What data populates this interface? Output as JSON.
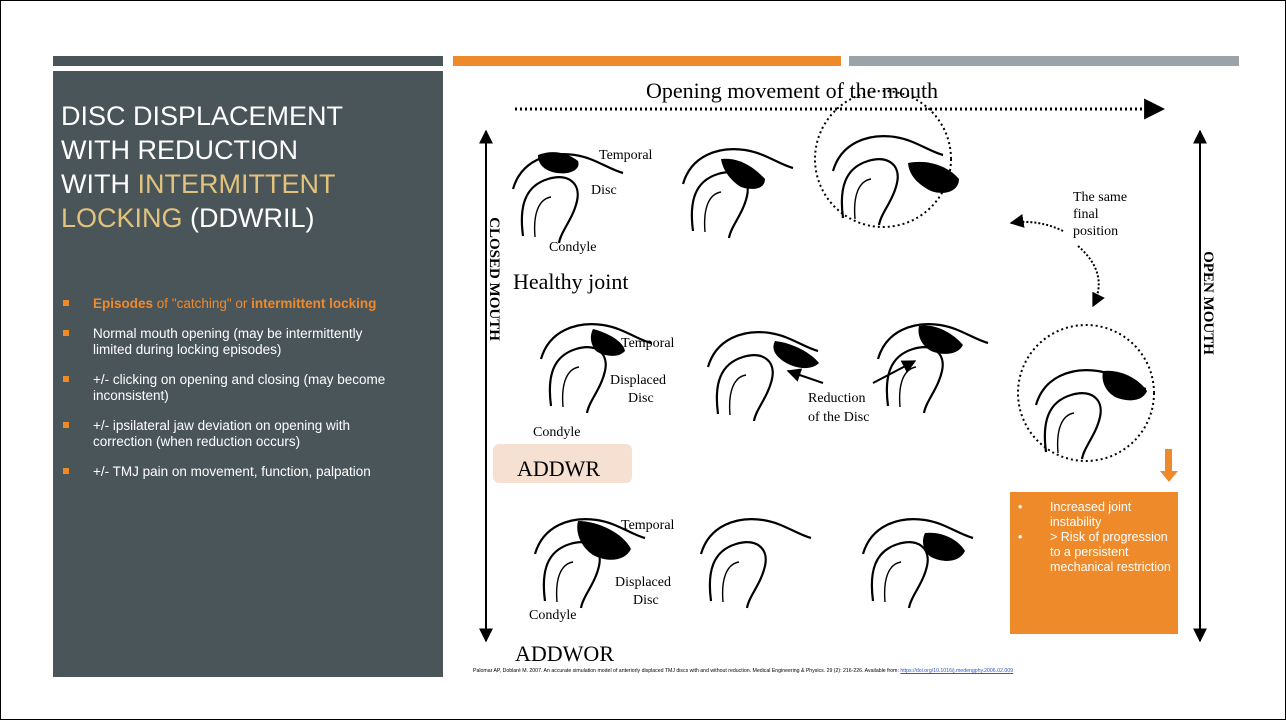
{
  "slide": {
    "title_line_1": "DISC DISPLACEMENT",
    "title_line_2": "WITH REDUCTION",
    "title_line_3_prefix": "WITH ",
    "title_line_3_accent": "INTERMITTENT",
    "title_line_4_accent": "LOCKING",
    "title_line_4_suffix": " (DDWRIL)",
    "bullets": [
      {
        "bold_orange": "Episodes",
        "rest_orange": " of \"catching\" or ",
        "bold_orange_2": "intermittent locking"
      },
      {
        "text": "Normal mouth opening (may be intermittently limited during locking episodes)"
      },
      {
        "text": "+/- clicking on opening and closing (may become inconsistent)"
      },
      {
        "text": "+/- ipsilateral jaw deviation on opening with correction (when reduction occurs)"
      },
      {
        "text": "+/- TMJ pain on movement, function, palpation"
      }
    ],
    "colors": {
      "panel": "#4a555a",
      "accent_orange": "#ef8a2b",
      "title_accent": "#e2c37c",
      "bar_grey": "#9aa3a8"
    }
  },
  "figure": {
    "top_label": "Opening movement of the mouth",
    "left_label": "CLOSED MOUTH",
    "right_label": "OPEN MOUTH",
    "row1_label": "Healthy joint",
    "row2_label": "ADDWR",
    "row3_label": "ADDWOR",
    "temporal": "Temporal",
    "disc": "Disc",
    "condyle": "Condyle",
    "displaced": "Displaced",
    "same_1": "The same",
    "same_2": "final",
    "same_3": "position",
    "reduction_1": "Reduction",
    "reduction_2": "of the Disc"
  },
  "callout": {
    "items": [
      "Increased joint instability",
      "> Risk of progression to a persistent mechanical restriction"
    ]
  },
  "citation": {
    "text": "Palomar AP, Doblaré M. 2007. An accurate simulation model of anteriorly displaced TMJ discs with and without reduction. Medical Engineering & Physics. 29 (2): 216-226. Available from: ",
    "link": "https://doi.org/10.1016/j.medengphy.2006.02.009"
  }
}
